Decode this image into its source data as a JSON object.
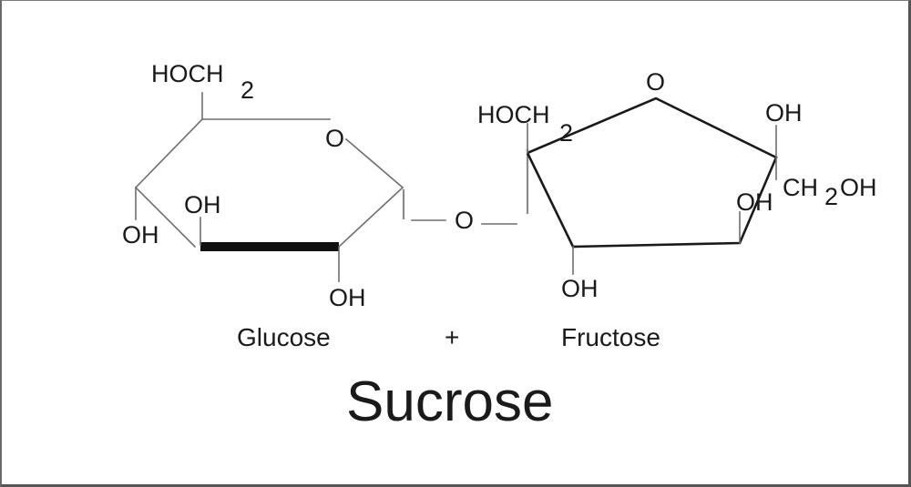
{
  "title": "Sucrose",
  "operator": "+",
  "glucose": {
    "name": "Glucose",
    "ring_type": "pyranose (6-membered)",
    "ring_oxygen": "O",
    "substituents": {
      "c6": {
        "main": "HOCH",
        "sub": "2"
      },
      "c4_oh": "OH",
      "c3_oh": "OH",
      "c2_oh": "OH"
    }
  },
  "glycosidic_link": {
    "oxygen": "O"
  },
  "fructose": {
    "name": "Fructose",
    "ring_type": "furanose (5-membered)",
    "ring_oxygen": "O",
    "substituents": {
      "c1": {
        "main": "HOCH",
        "sub": "2"
      },
      "c3_oh": "OH",
      "c4_oh": "OH",
      "c5_oh": "OH",
      "c6": {
        "pre": "CH",
        "sub": "2",
        "post": "OH"
      }
    }
  },
  "colors": {
    "line_thin": "#6e6e6e",
    "line_thick": "#1a1a1a",
    "text": "#1a1a1a",
    "background": "#ffffff",
    "frame": "#555555"
  }
}
